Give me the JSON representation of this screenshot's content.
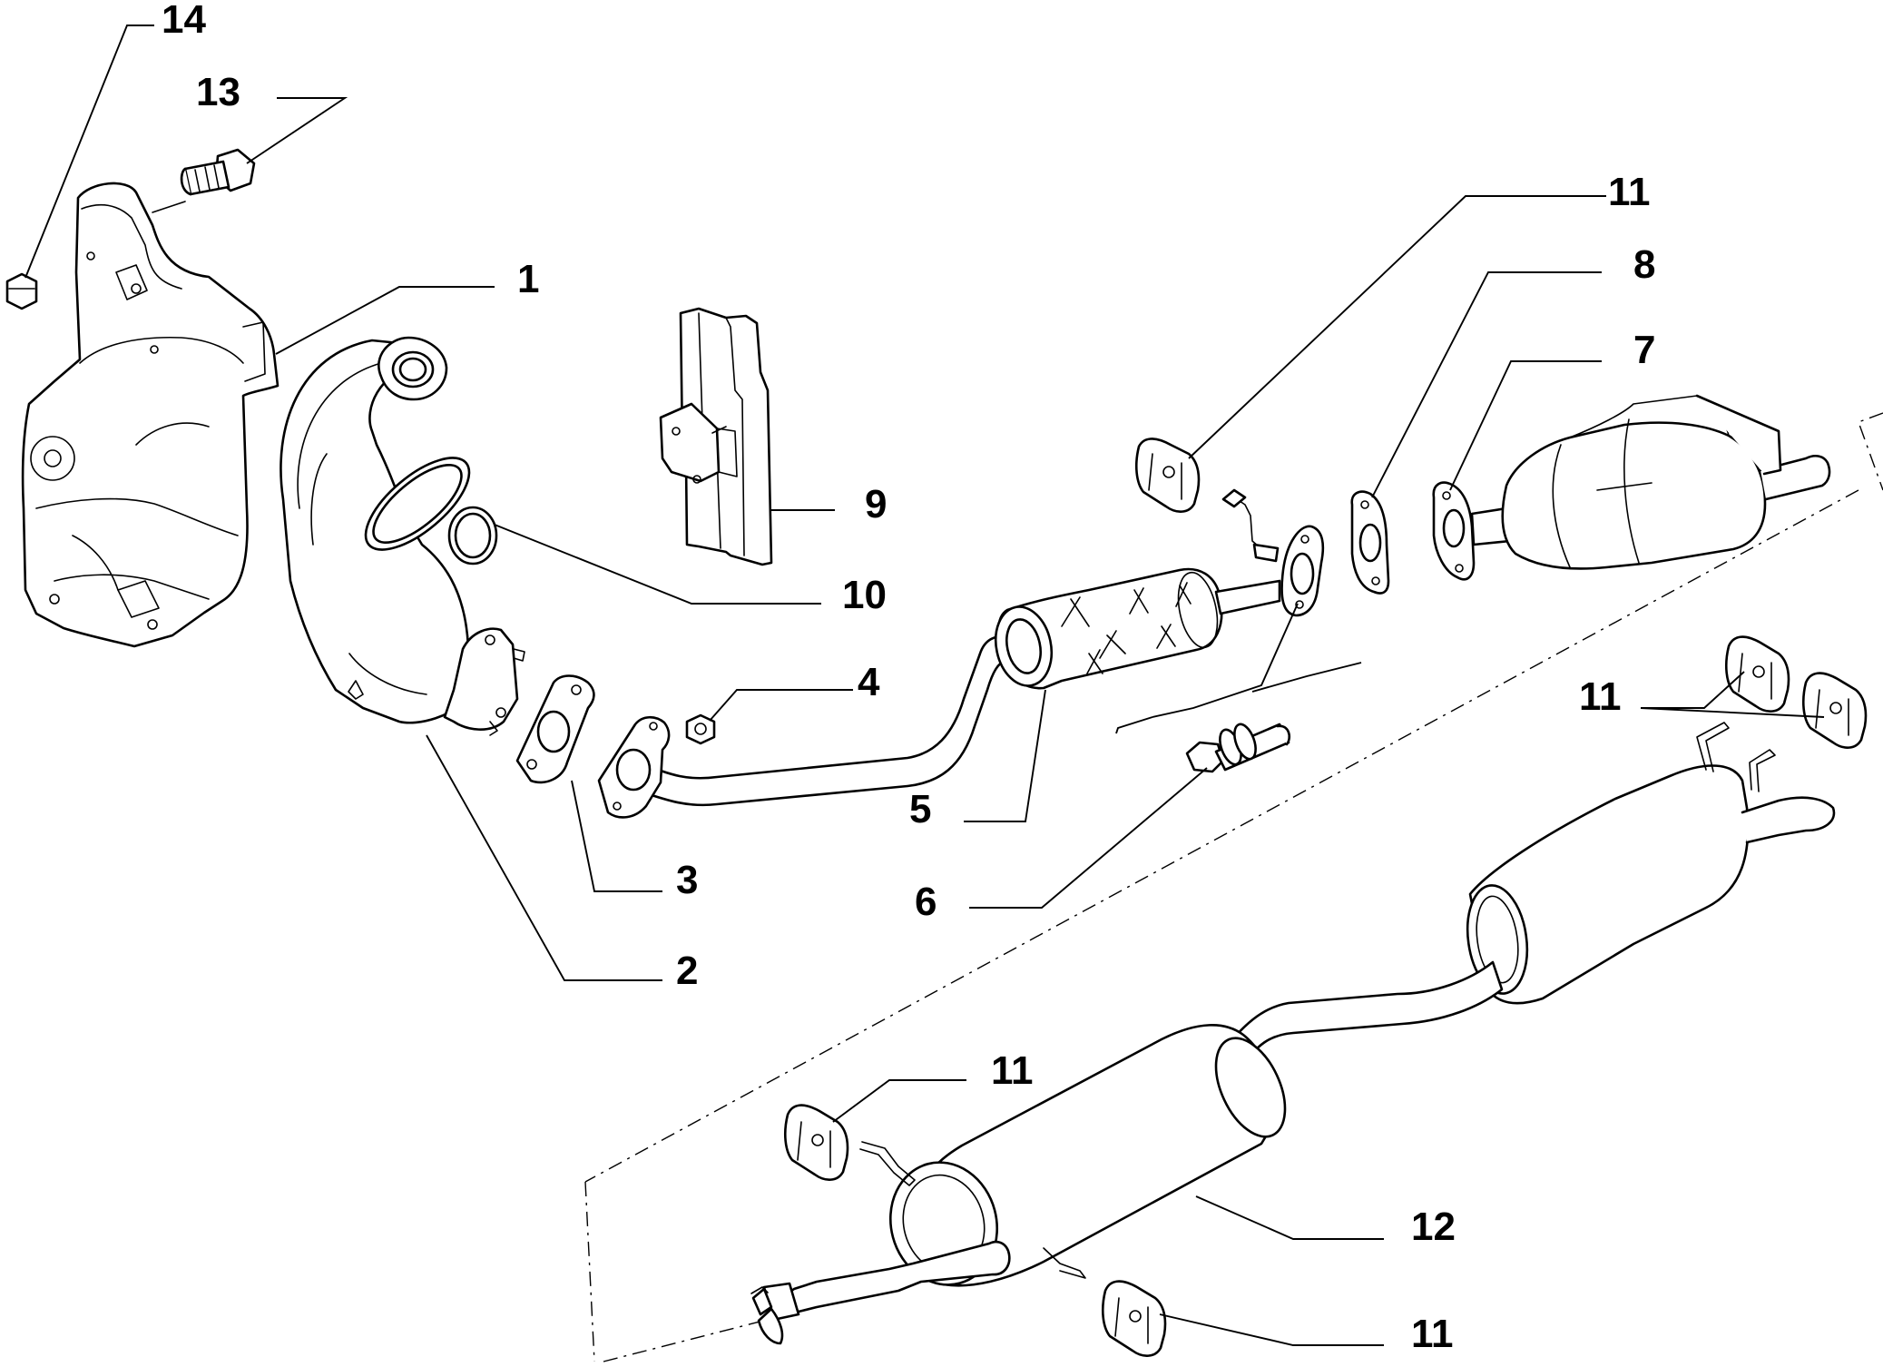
{
  "callouts": {
    "c1": "1",
    "c2": "2",
    "c3": "3",
    "c4": "4",
    "c5": "5",
    "c6": "6",
    "c7": "7",
    "c8": "8",
    "c9": "9",
    "c10": "10",
    "c11_top": "11",
    "c11_right": "11",
    "c11_lower": "11",
    "c11_bottom": "11",
    "c12": "12",
    "c13": "13",
    "c14": "14"
  },
  "colors": {
    "line": "#000000",
    "background": "#ffffff"
  }
}
